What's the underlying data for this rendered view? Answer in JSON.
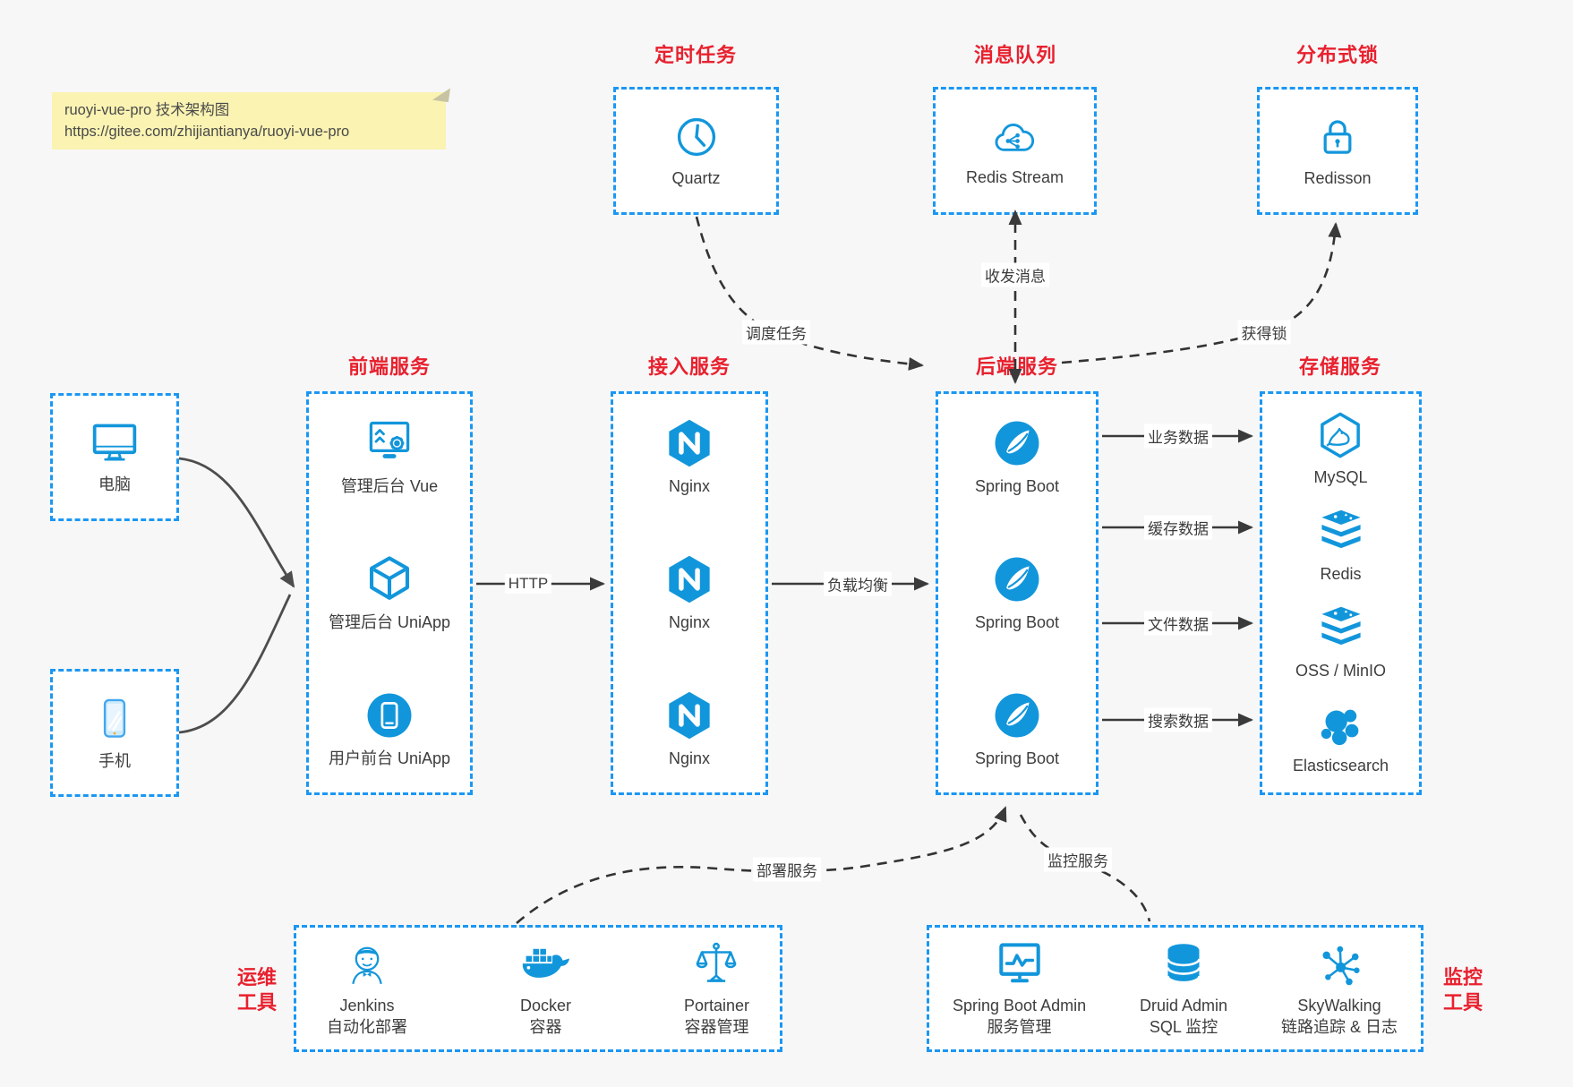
{
  "note": {
    "line1": "ruoyi-vue-pro 技术架构图",
    "line2": "https://gitee.com/zhijiantianya/ruoyi-vue-pro"
  },
  "colors": {
    "icon_blue": "#1296db",
    "border_blue": "#1b97f3",
    "title_red": "#e8212e",
    "arrow_dark": "#3a3a3a",
    "note_bg": "#faf3b2",
    "canvas_bg": "#f7f7f8",
    "text": "#3d3d3d"
  },
  "groups": {
    "scheduler": {
      "title": "定时任务",
      "items": [
        {
          "label": "Quartz",
          "icon": "clock-icon"
        }
      ]
    },
    "mq": {
      "title": "消息队列",
      "items": [
        {
          "label": "Redis Stream",
          "icon": "cloud-share-icon"
        }
      ]
    },
    "lock": {
      "title": "分布式锁",
      "items": [
        {
          "label": "Redisson",
          "icon": "lock-icon"
        }
      ]
    },
    "clients": {
      "items": [
        {
          "label": "电脑",
          "icon": "desktop-icon"
        },
        {
          "label": "手机",
          "icon": "phone-icon"
        }
      ]
    },
    "frontend": {
      "title": "前端服务",
      "items": [
        {
          "label": "管理后台 Vue",
          "icon": "admin-vue-icon"
        },
        {
          "label": "管理后台 UniApp",
          "icon": "cube-icon"
        },
        {
          "label": "用户前台 UniApp",
          "icon": "mobile-app-icon"
        }
      ]
    },
    "access": {
      "title": "接入服务",
      "items": [
        {
          "label": "Nginx",
          "icon": "nginx-icon"
        },
        {
          "label": "Nginx",
          "icon": "nginx-icon"
        },
        {
          "label": "Nginx",
          "icon": "nginx-icon"
        }
      ]
    },
    "backend": {
      "title": "后端服务",
      "items": [
        {
          "label": "Spring Boot",
          "icon": "spring-icon"
        },
        {
          "label": "Spring Boot",
          "icon": "spring-icon"
        },
        {
          "label": "Spring Boot",
          "icon": "spring-icon"
        }
      ]
    },
    "storage": {
      "title": "存储服务",
      "items": [
        {
          "label": "MySQL",
          "icon": "mysql-icon"
        },
        {
          "label": "Redis",
          "icon": "redis-stack-icon"
        },
        {
          "label": "OSS / MinIO",
          "icon": "oss-stack-icon"
        },
        {
          "label": "Elasticsearch",
          "icon": "elasticsearch-icon"
        }
      ]
    },
    "ops": {
      "title_line1": "运维",
      "title_line2": "工具",
      "items": [
        {
          "label": "Jenkins",
          "sublabel": "自动化部署",
          "icon": "jenkins-icon"
        },
        {
          "label": "Docker",
          "sublabel": "容器",
          "icon": "docker-icon"
        },
        {
          "label": "Portainer",
          "sublabel": "容器管理",
          "icon": "portainer-icon"
        }
      ]
    },
    "monitor": {
      "title_line1": "监控",
      "title_line2": "工具",
      "items": [
        {
          "label": "Spring Boot Admin",
          "sublabel": "服务管理",
          "icon": "spring-boot-admin-icon"
        },
        {
          "label": "Druid Admin",
          "sublabel": "SQL 监控",
          "icon": "druid-icon"
        },
        {
          "label": "SkyWalking",
          "sublabel": "链路追踪 & 日志",
          "icon": "skywalking-icon"
        }
      ]
    }
  },
  "flows": {
    "http": "HTTP",
    "load_balance": "负载均衡",
    "biz_data": "业务数据",
    "cache_data": "缓存数据",
    "file_data": "文件数据",
    "search_data": "搜索数据",
    "schedule": "调度任务",
    "message": "收发消息",
    "acquire_lock": "获得锁",
    "deploy": "部署服务",
    "monitor": "监控服务"
  }
}
